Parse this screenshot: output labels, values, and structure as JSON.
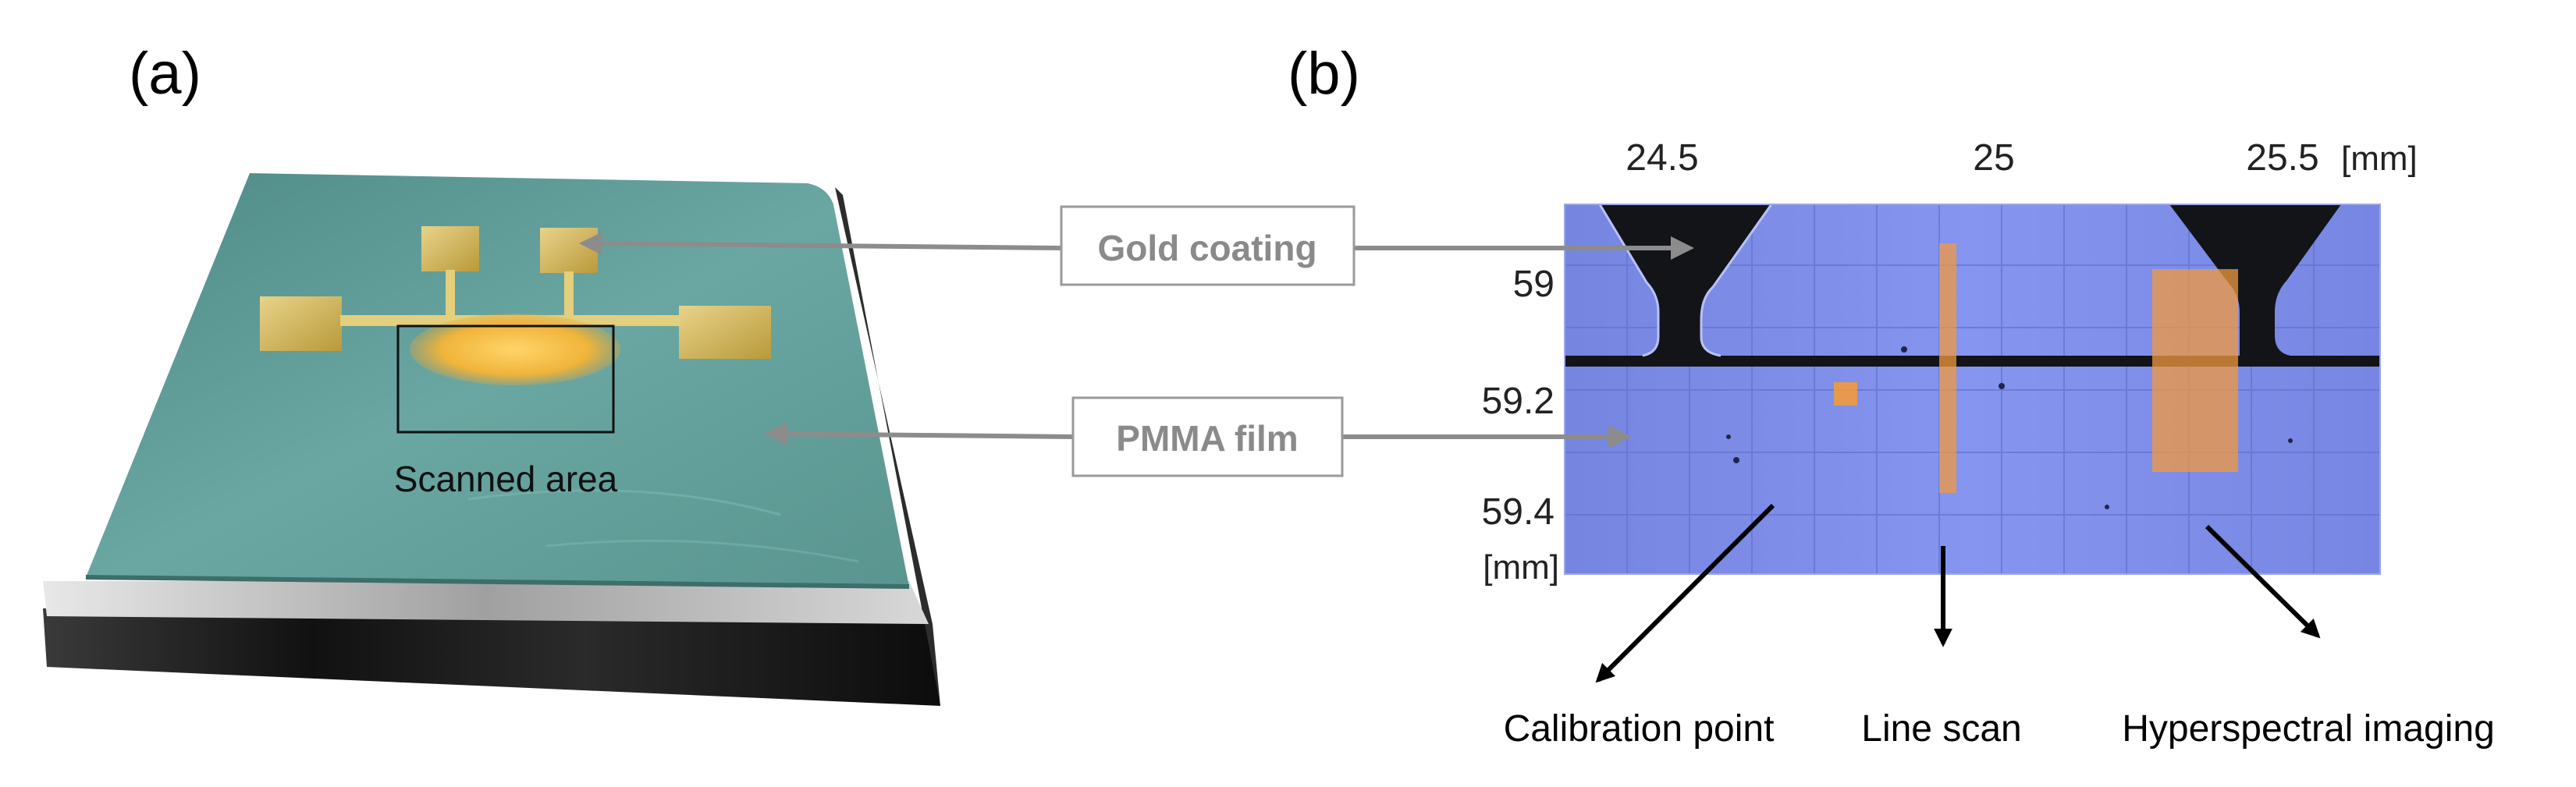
{
  "panel_a": {
    "label": "(a)",
    "scanned_area_label": "Scanned area"
  },
  "panel_b": {
    "label": "(b)",
    "x_ticks": [
      "24.5",
      "25",
      "25.5"
    ],
    "x_unit": "[mm]",
    "y_ticks": [
      "59",
      "59.2",
      "59.4"
    ],
    "y_unit": "[mm]"
  },
  "callouts": {
    "gold_coating": "Gold coating",
    "pmma_film": "PMMA film"
  },
  "annotations": {
    "calibration_point": "Calibration point",
    "line_scan": "Line scan",
    "hyperspectral_imaging": "Hyperspectral imaging"
  },
  "colors": {
    "substrate_top": "#5f9c98",
    "substrate_side": "#1e1e1e",
    "gold": "#d7bf63",
    "scan_field": "#7e8dea",
    "gold_in_scan": "#121418",
    "overlay": "#f19a3e",
    "arrow_gray": "#8c8c8c"
  }
}
